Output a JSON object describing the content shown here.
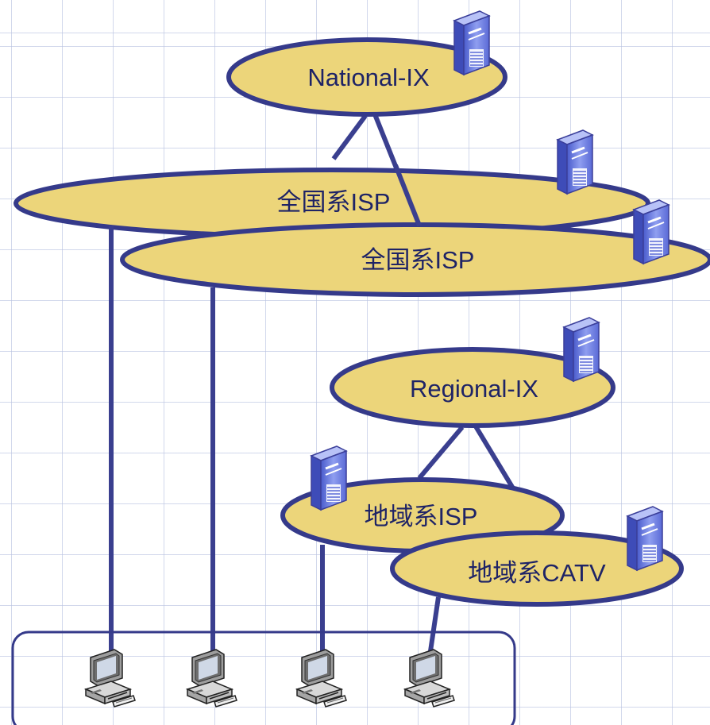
{
  "nodes": {
    "national_ix": {
      "label": "National-IX"
    },
    "isp_national_1": {
      "label": "全国系ISP"
    },
    "isp_national_2": {
      "label": "全国系ISP"
    },
    "regional_ix": {
      "label": "Regional-IX"
    },
    "isp_regional": {
      "label": "地域系ISP"
    },
    "catv_regional": {
      "label": "地域系CATV"
    }
  },
  "icons": {
    "server": "server-icon",
    "client": "computer-icon"
  },
  "colors": {
    "cloud_fill": "#ecd57a",
    "cloud_stroke": "#353a8a",
    "link": "#3a3f8f",
    "label_text": "#1e2366",
    "server_blue": "#7f8ee6"
  }
}
